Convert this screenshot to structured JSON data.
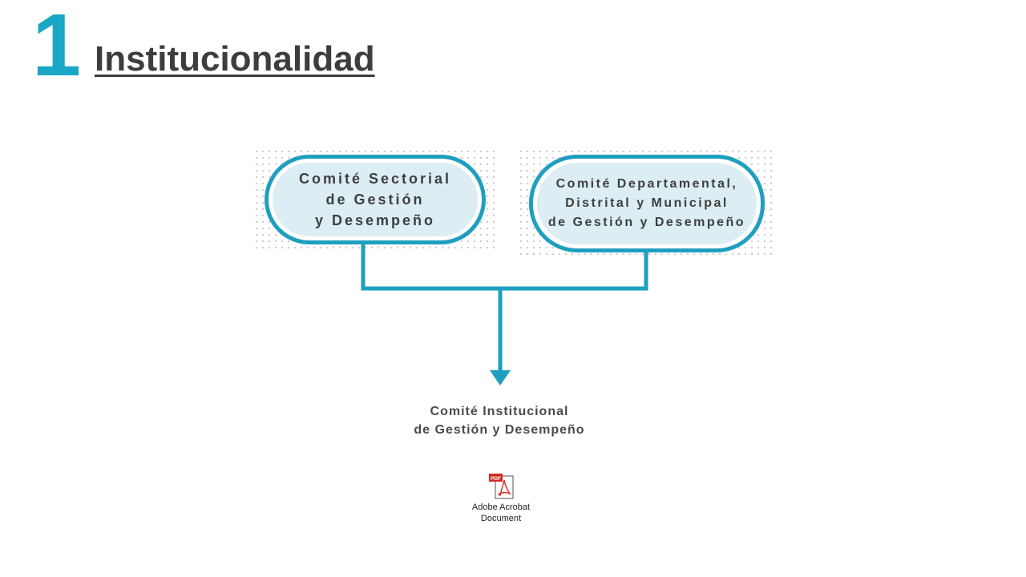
{
  "header": {
    "number": "1",
    "title": "Institucionalidad"
  },
  "diagram": {
    "left_box": {
      "lines": [
        "Comité Sectorial",
        "de Gestión",
        "y Desempeño"
      ]
    },
    "right_box": {
      "lines": [
        "Comité Departamental,",
        "Distrital y Municipal",
        "de Gestión y Desempeño"
      ]
    },
    "target": {
      "lines": [
        "Comité Institucional",
        "de Gestión y Desempeño"
      ]
    }
  },
  "attachment": {
    "badge": "PDF",
    "caption_lines": [
      "Adobe Acrobat",
      "Document"
    ]
  },
  "colors": {
    "accent": "#1aa7c6",
    "line": "#1f9fc0",
    "box_fill": "#dcedf3",
    "title_text": "#3d3d3d"
  }
}
